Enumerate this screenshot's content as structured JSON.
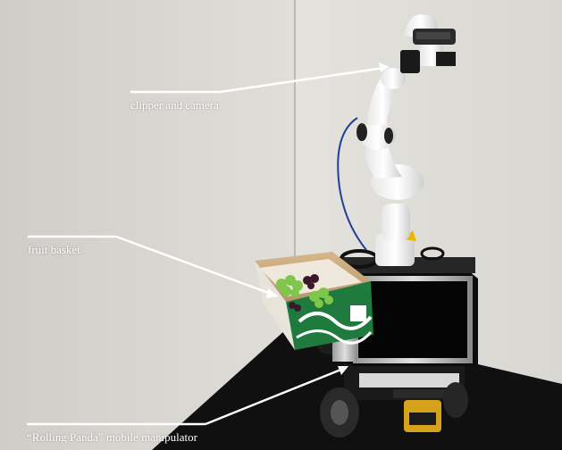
{
  "scene": {
    "description_icon": "robot-photo",
    "colors": {
      "wall": "#d8d6d1",
      "floor": "#101010",
      "box_green": "#1f7a3e",
      "annotation": "#ffffff"
    }
  },
  "annotations": {
    "gripper_label": "clipper and camera",
    "basket_label": "fruit basket",
    "robot_label": "“Rolling Panda” mobile manipulator"
  }
}
